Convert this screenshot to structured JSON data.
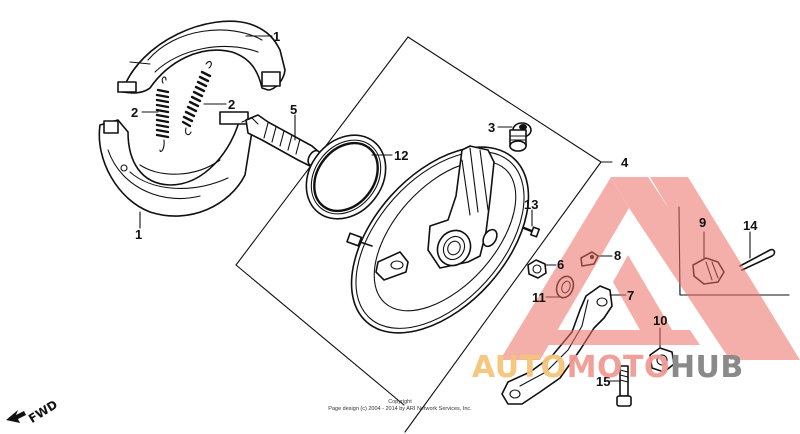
{
  "diagram": {
    "type": "exploded-parts-diagram",
    "subject": "Rear brake panel assembly",
    "callouts": [
      {
        "id": "1a",
        "label": "1",
        "part": "brake-shoe-upper"
      },
      {
        "id": "1b",
        "label": "1",
        "part": "brake-shoe-lower"
      },
      {
        "id": "2a",
        "label": "2",
        "part": "brake-shoe-spring-left"
      },
      {
        "id": "2b",
        "label": "2",
        "part": "brake-shoe-spring-right"
      },
      {
        "id": "3",
        "label": "3",
        "part": "cap-plug"
      },
      {
        "id": "4",
        "label": "4",
        "part": "brake-panel-assembly"
      },
      {
        "id": "5",
        "label": "5",
        "part": "brake-cam"
      },
      {
        "id": "6",
        "label": "6",
        "part": "nut"
      },
      {
        "id": "7",
        "label": "7",
        "part": "brake-arm"
      },
      {
        "id": "8",
        "label": "8",
        "part": "indicator-plate"
      },
      {
        "id": "9",
        "label": "9",
        "part": "castle-nut"
      },
      {
        "id": "10",
        "label": "10",
        "part": "flange-nut"
      },
      {
        "id": "11",
        "label": "11",
        "part": "dust-seal-washer"
      },
      {
        "id": "12",
        "label": "12",
        "part": "dust-seal"
      },
      {
        "id": "13",
        "label": "13",
        "part": "screw"
      },
      {
        "id": "14",
        "label": "14",
        "part": "cotter-pin"
      },
      {
        "id": "15",
        "label": "15",
        "part": "bolt"
      }
    ],
    "direction_indicator": "FWD",
    "copyright_title": "Copyright",
    "copyright_text": "Page design (c) 2004 - 2014 by ARI Network Services, Inc."
  },
  "watermark": {
    "part1": "AUTO",
    "part2": "MOTO",
    "part3": "HUB",
    "colors": {
      "auto": "#f5c57a",
      "moto": "#f19a94",
      "hub": "#8a8a8a",
      "triangle": "#f08f89"
    }
  }
}
